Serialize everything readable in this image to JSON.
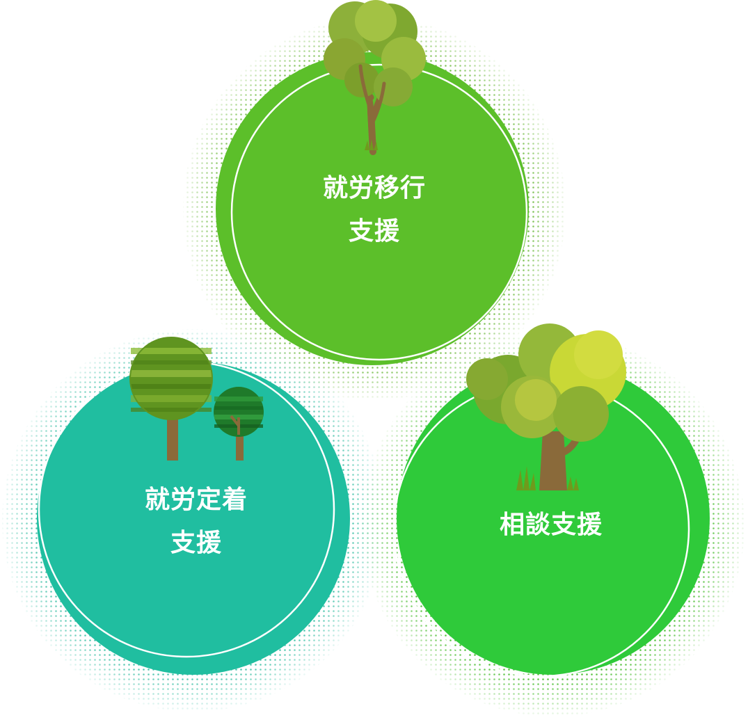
{
  "diagram": {
    "circles": [
      {
        "id": "transition",
        "lines": [
          "就労移行",
          "支援"
        ],
        "fill_color": "#5cbf2a",
        "dot_color": "#6ab83a",
        "tree_icon": "tree-round-canopy-icon"
      },
      {
        "id": "retention",
        "lines": [
          "就労定着",
          "支援"
        ],
        "fill_color": "#20bea0",
        "dot_color": "#3cbfa5",
        "tree_icon": "tree-pair-striped-icon"
      },
      {
        "id": "consultation",
        "lines": [
          "相談支援"
        ],
        "fill_color": "#2fca3a",
        "dot_color": "#52c03a",
        "tree_icon": "tree-bushy-icon"
      }
    ],
    "colors": {
      "ring_stroke": "#ffffff",
      "trunk": "#8a6a3a",
      "leaf_dark": "#6f9a1d",
      "leaf_light": "#a8c83a",
      "leaf_yellow": "#c9d836",
      "stripe_dark": "#4f8a16",
      "stripe_light": "#7fb52a"
    }
  }
}
